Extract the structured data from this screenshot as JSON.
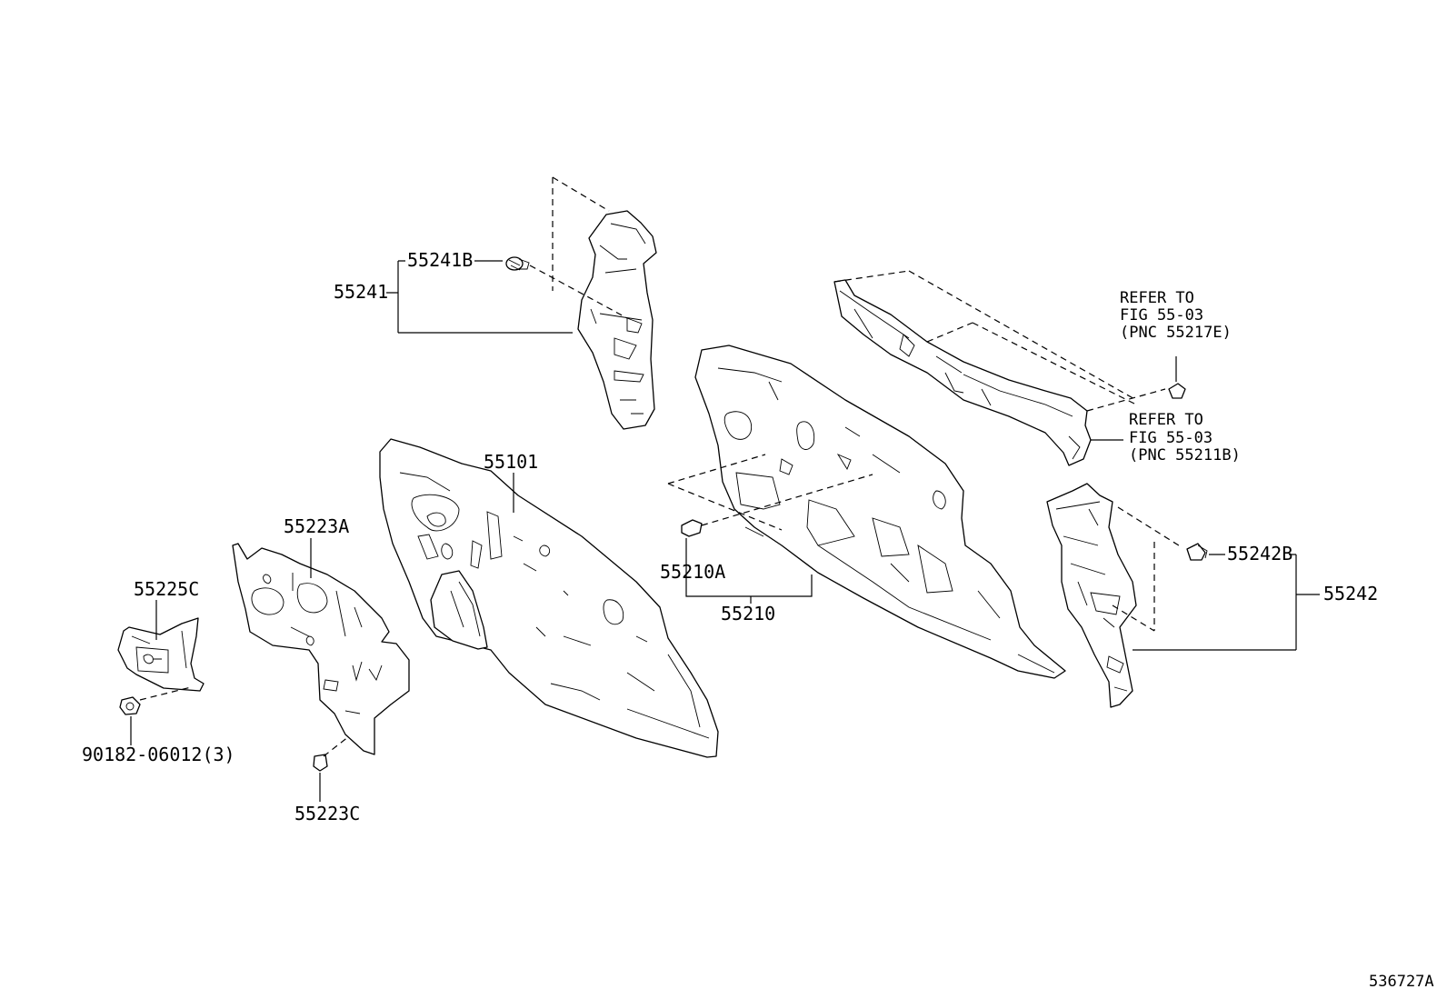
{
  "diagram_id": "536727A",
  "labels": {
    "p55241B": "55241B",
    "p55241": "55241",
    "p55101": "55101",
    "p55223A": "55223A",
    "p55225C": "55225C",
    "p90182": "90182-06012(3)",
    "p55223C": "55223C",
    "p55210A": "55210A",
    "p55210": "55210",
    "p55242B": "55242B",
    "p55242": "55242"
  },
  "refer_notes": [
    {
      "line1": "REFER TO",
      "line2": "FIG 55-03",
      "line3": "(PNC 55217E)"
    },
    {
      "line1": "REFER TO",
      "line2": "FIG 55-03",
      "line3": "(PNC 55211B)"
    }
  ]
}
